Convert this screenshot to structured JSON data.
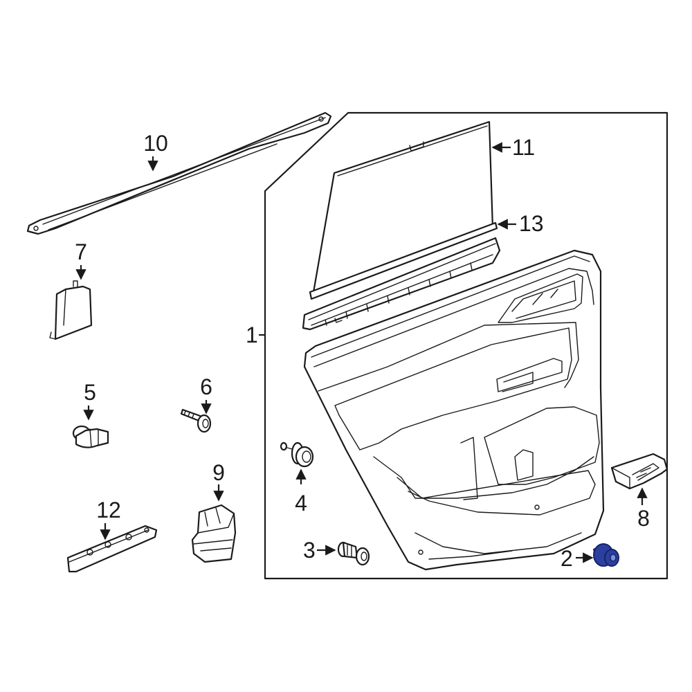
{
  "diagram": {
    "callouts": {
      "c1": "1",
      "c2": "2",
      "c3": "3",
      "c4": "4",
      "c5": "5",
      "c6": "6",
      "c7": "7",
      "c8": "8",
      "c9": "9",
      "c10": "10",
      "c11": "11",
      "c12": "12",
      "c13": "13"
    },
    "colors": {
      "line": "#1a1a1a",
      "highlight": "#2a3f9e",
      "highlight_dark": "#16236a"
    }
  }
}
